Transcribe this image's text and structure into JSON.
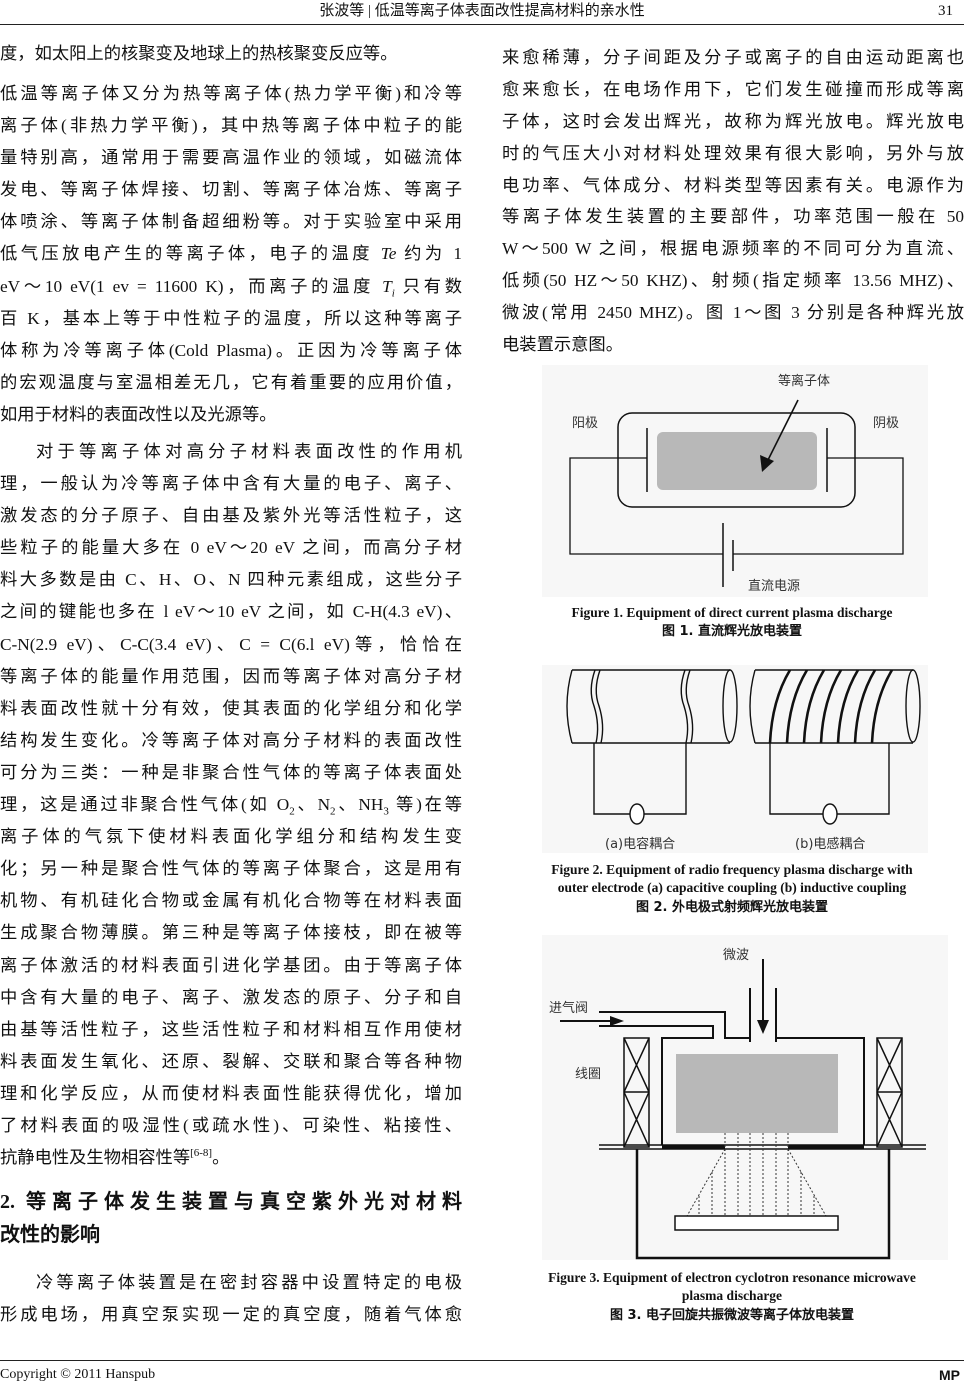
{
  "header": {
    "running_title": "张波等  |  低温等离子体表面改性提高材料的亲水性",
    "page_number": "31"
  },
  "left": {
    "p0": [
      "度，如太阳上的核聚变及地球上的热核聚变反应等。"
    ],
    "p1": [
      "低温等离子体又分为热等离子体(热力学平衡)和冷等",
      "离子体(非热力学平衡)，其中热等离子体中粒子的能",
      "量特别高，通常用于需要高温作业的领域，如磁流体",
      "发电、等离子体焊接、切割、等离子体冶炼、等离子",
      "体喷涂、等离子体制备超细粉等。对于实验室中采用",
      [
        {
          "t": "低气压放电产生的等离子体，电子的温度 "
        },
        {
          "t": "Te",
          "i": true
        },
        {
          "t": " 约为 1"
        }
      ],
      [
        {
          "t": "eV～10 eV(1 ev = 11600 K)，而离子的温度 "
        },
        {
          "t": "T",
          "i": true
        },
        {
          "t": "i",
          "sub": true,
          "i": true
        },
        {
          "t": " 只有数"
        }
      ],
      "百 K，基本上等于中性粒子的温度，所以这种等离子",
      "体称为冷等离子体(Cold Plasma)。正因为冷等离子体",
      "的宏观温度与室温相差无几，它有着重要的应用价值，",
      "如用于材料的表面改性以及光源等。"
    ],
    "p2": [
      "对于等离子体对高分子材料表面改性的作用机",
      "理，一般认为冷等离子体中含有大量的电子、离子、",
      "激发态的分子原子、自由基及紫外光等活性粒子，这",
      "些粒子的能量大多在 0 eV～20 eV 之间，而高分子材",
      "料大多数是由 C、H、O、N 四种元素组成，这些分子",
      "之间的键能也多在 l eV～10 eV 之间，如 C-H(4.3 eV)、",
      "C-N(2.9 eV)、C-C(3.4 eV)、C = C(6.l eV)等，恰恰在",
      "等离子体的能量作用范围，因而等离子体对高分子材",
      "料表面改性就十分有效，使其表面的化学组分和化学",
      "结构发生变化。冷等离子体对高分子材料的表面改性",
      "可分为三类：一种是非聚合性气体的等离子体表面处",
      [
        {
          "t": "理，这是通过非聚合性气体(如 O"
        },
        {
          "t": "2",
          "sub": true
        },
        {
          "t": "、N"
        },
        {
          "t": "2",
          "sub": true
        },
        {
          "t": "、NH"
        },
        {
          "t": "3",
          "sub": true
        },
        {
          "t": " 等)在等"
        }
      ],
      "离子体的气氛下使材料表面化学组分和结构发生变",
      "化；另一种是聚合性气体的等离子体聚合，这是用有",
      "机物、有机硅化合物或金属有机化合物等在材料表面",
      "生成聚合物薄膜。第三种是等离子体接枝，即在被等",
      "离子体激活的材料表面引进化学基团。由于等离子体",
      "中含有大量的电子、离子、激发态的原子、分子和自",
      "由基等活性粒子，这些活性粒子和材料相互作用使材",
      "料表面发生氧化、还原、裂解、交联和聚合等各种物",
      "理和化学反应，从而使材料表面性能获得优化，增加",
      "了材料表面的吸湿性(或疏水性)、可染性、粘接性、",
      [
        {
          "t": "抗静电性及生物相容性等"
        },
        {
          "t": "[6-8]",
          "sup": true
        },
        {
          "t": "。"
        }
      ]
    ],
    "heading": [
      "2.  等离子体发生装置与真空紫外光对材料",
      "改性的影响"
    ],
    "p3": [
      "冷等离子体装置是在密封容器中设置特定的电极",
      "形成电场，用真空泵实现一定的真空度，随着气体愈"
    ]
  },
  "right": {
    "p0": [
      "来愈稀薄，分子间距及分子或离子的自由运动距离也",
      "愈来愈长，在电场作用下，它们发生碰撞而形成等离",
      "子体，这时会发出辉光，故称为辉光放电。辉光放电",
      "时的气压大小对材料处理效果有很大影响，另外与放",
      "电功率、气体成分、材料类型等因素有关。电源作为",
      "等离子体发生装置的主要部件，功率范围一般在  50",
      "W～500  W 之间，根据电源频率的不同可分为直流、",
      "低频(50 HZ～50 KHZ)、射频(指定频率 13.56 MHZ)、",
      "微波(常用 2450 MHZ)。图 1～图 3 分别是各种辉光放",
      "电装置示意图。"
    ]
  },
  "figure1": {
    "labels": {
      "plasma": "等离子体",
      "anode": "阳极",
      "cathode": "阴极",
      "dc_source": "直流电源"
    },
    "caption_en": "Figure 1. Equipment of direct current plasma discharge",
    "caption_zh": "图 1.  直流辉光放电装置"
  },
  "figure2": {
    "labels": {
      "a": "(a)电容耦合",
      "b": "(b)电感耦合"
    },
    "caption_en": [
      "Figure 2. Equipment of radio frequency plasma discharge with",
      "outer electrode (a) capacitive coupling (b) inductive coupling"
    ],
    "caption_zh": "图 2.  外电极式射频辉光放电装置"
  },
  "figure3": {
    "labels": {
      "microwave": "微波",
      "gas_valve": "进气阀",
      "coil": "线圈"
    },
    "caption_en": [
      "Figure 3. Equipment of electron cyclotron resonance microwave",
      "plasma discharge"
    ],
    "caption_zh": "图 3.  电子回旋共振微波等离子体放电装置"
  },
  "footer": {
    "copyright": "Copyright © 2011 Hanspub",
    "journal": "MP"
  },
  "colors": {
    "plasma_fill": "#b8b8b8",
    "text": "#111111"
  }
}
